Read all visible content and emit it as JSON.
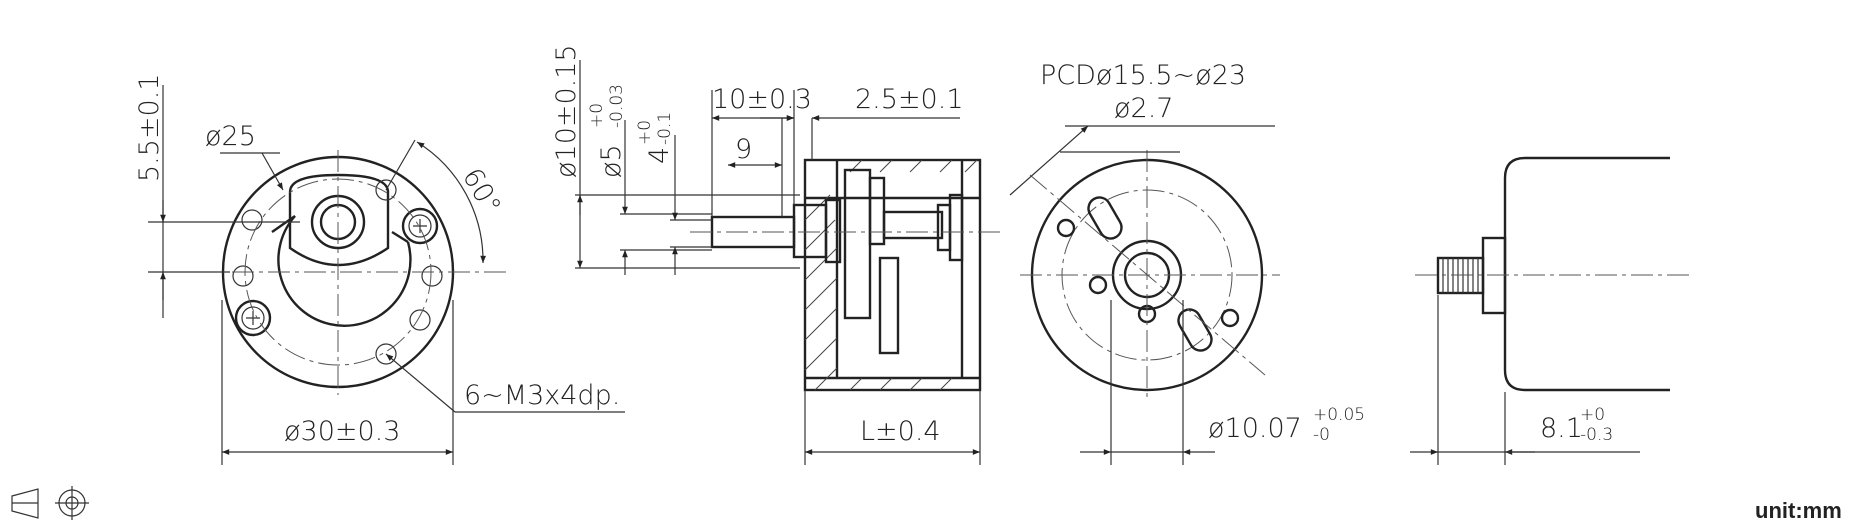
{
  "dimensions": {
    "offset": "5.5±0.1",
    "bore": "ø25",
    "angle": "60°",
    "mount_holes": "6~M3x4dp.",
    "body_dia": "ø30±0.3",
    "shaft_dia": "ø10±0.15",
    "shaft_small": "ø5",
    "shaft_small_tol_upper": "+0",
    "shaft_small_tol_lower": "-0.03",
    "flat": "4",
    "flat_tol_upper": "+0",
    "flat_tol_lower": "-0.1",
    "shaft_len": "10±0.3",
    "flat_len": "9",
    "boss_len": "2.5±0.1",
    "body_len": "L±0.4",
    "pcd": "PCDø15.5~ø23",
    "hole_dia": "ø2.7",
    "motor_shaft": "ø10.07",
    "motor_shaft_tol_upper": "+0.05",
    "motor_shaft_tol_lower": "-0",
    "motor_len": "8.1",
    "motor_len_tol_upper": "+0",
    "motor_len_tol_lower": "-0.3"
  },
  "symbols": [
    "third-angle-projection-icon"
  ],
  "unit": "unit:mm"
}
